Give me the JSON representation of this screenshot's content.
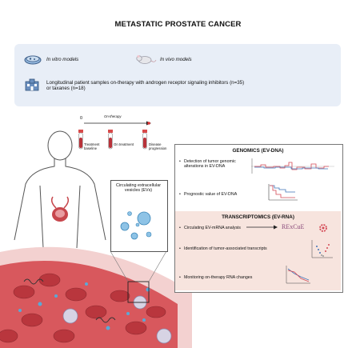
{
  "title": "METASTATIC PROSTATE CANCER",
  "models": {
    "in_vitro": "In vitro models",
    "in_vivo": "In vivo models"
  },
  "patients": {
    "line1": "Longitudinal patient samples on-therapy with androgen receptor signaling inhibitors (n=35)",
    "line2": "or taxanes (n=18)"
  },
  "timeline": {
    "t0": "0",
    "on_therapy": "On-therapy",
    "tubes": [
      "Treatment baseline",
      "On treatment",
      "Disease progression"
    ]
  },
  "ev_box": {
    "label": "Circulating extracellular vesicles (EVs)"
  },
  "genomics": {
    "header": "GENOMICS (EV-DNA)",
    "items": [
      "Detection of tumor genomic alterations in EV-DNA",
      "Prognostic value of EV-DNA"
    ]
  },
  "transcriptomics": {
    "header": "TRANSCRIPTOMICS (EV-RNA)",
    "items": [
      "Circulating EV-mRNA analysis",
      "Identification of tumor-associated transcripts",
      "Monitoring on-therapy RNA changes"
    ],
    "tool": "RExCuE"
  },
  "colors": {
    "panel_blue": "#e8eef7",
    "rna_pink": "#f7e4de",
    "vessel_red": "#c9454a",
    "ev_blue": "#5aa9d6"
  }
}
